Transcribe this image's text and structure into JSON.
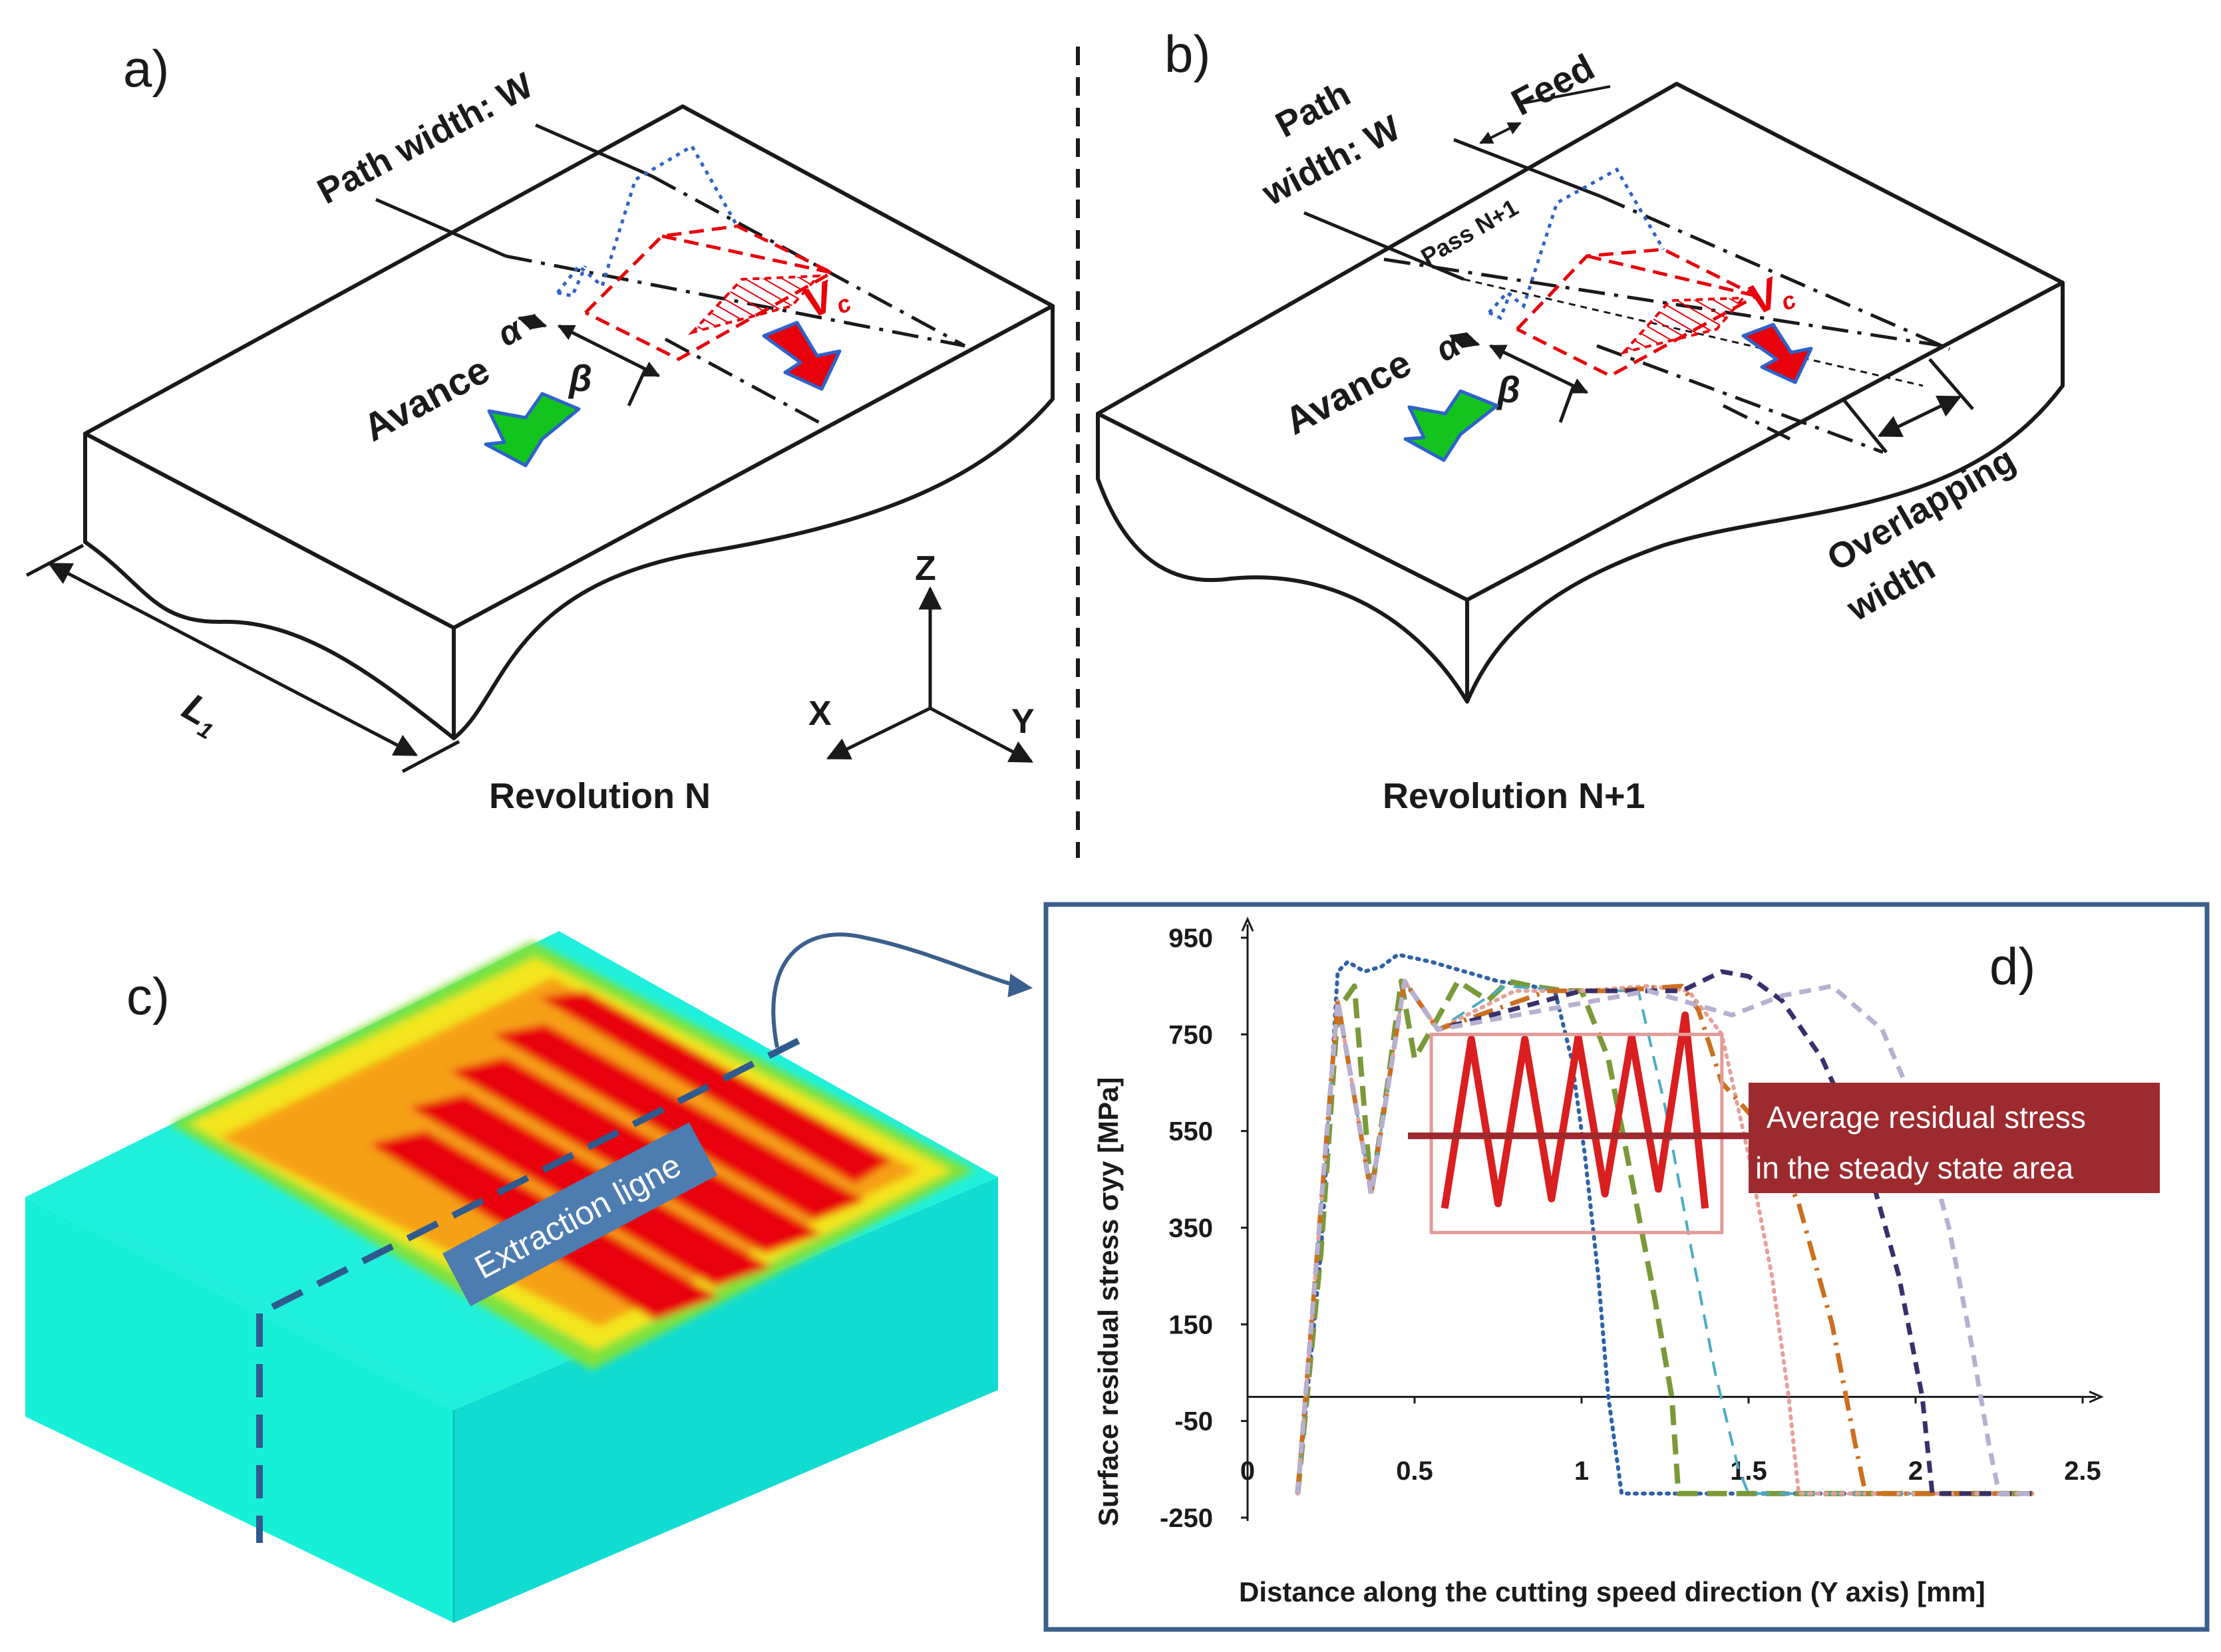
{
  "panel_a": {
    "letter": "a)",
    "path_width": "Path width: W",
    "alpha": "α",
    "beta": "β",
    "vc": "V",
    "vc_sub": "c",
    "avance": "Avance",
    "l1": "L",
    "l1_sub": "1",
    "caption": "Revolution N",
    "axis_z": "Z",
    "axis_x": "X",
    "axis_y": "Y"
  },
  "panel_b": {
    "letter": "b)",
    "path_line1": "Path",
    "path_line2": "width: W",
    "feed": "Feed",
    "pass": "Pass N+1",
    "alpha": "α",
    "beta": "β",
    "vc": "V",
    "vc_sub": "c",
    "avance": "Avance",
    "overlap_line1": "Overlapping",
    "overlap_line2": "width",
    "caption": "Revolution N+1"
  },
  "panel_c": {
    "letter": "c)",
    "extraction": "Extraction ligne"
  },
  "panel_d": {
    "letter": "d)",
    "annotation_line1": "Average residual stress",
    "annotation_line2": "in the steady state area"
  },
  "colors": {
    "workpiece_cyan": "#1ff0d8",
    "stress_red": "#e8000b",
    "stress_orange": "#f6a014",
    "stress_yellow": "#f3e61e",
    "stress_green": "#7fe23c",
    "annotation_box": "#9c2a2e",
    "frame_blue": "#3b5f8c",
    "extraction_blue": "#4d7cb0",
    "avance_green": "#4a6b1e"
  },
  "chart_data": {
    "type": "line",
    "title": "",
    "xlabel": "Distance along the cutting speed direction (Y axis) [mm]",
    "ylabel": "Surface residual stress σyy [MPa]",
    "xlim": [
      0,
      2.5
    ],
    "ylim": [
      -250,
      950
    ],
    "xticks": [
      "0",
      "0.5",
      "1",
      "1.5",
      "2",
      "2.5"
    ],
    "yticks": [
      "950",
      "750",
      "550",
      "350",
      "150",
      "-50",
      "-250"
    ],
    "grid": false,
    "series": [
      {
        "color": "#2e62a8",
        "dash": "dot",
        "points": [
          [
            0.15,
            -200
          ],
          [
            0.22,
            300
          ],
          [
            0.27,
            880
          ],
          [
            0.3,
            900
          ],
          [
            0.35,
            880
          ],
          [
            0.4,
            890
          ],
          [
            0.45,
            915
          ],
          [
            0.55,
            900
          ],
          [
            0.65,
            880
          ],
          [
            0.75,
            860
          ],
          [
            0.85,
            850
          ],
          [
            0.92,
            840
          ],
          [
            0.97,
            700
          ],
          [
            1.01,
            500
          ],
          [
            1.05,
            250
          ],
          [
            1.08,
            0
          ],
          [
            1.12,
            -200
          ],
          [
            2.35,
            -200
          ]
        ]
      },
      {
        "color": "#7a9a3a",
        "dash": "longdash",
        "points": [
          [
            0.15,
            -200
          ],
          [
            0.22,
            300
          ],
          [
            0.27,
            800
          ],
          [
            0.32,
            850
          ],
          [
            0.37,
            420
          ],
          [
            0.42,
            650
          ],
          [
            0.46,
            860
          ],
          [
            0.5,
            700
          ],
          [
            0.55,
            760
          ],
          [
            0.63,
            860
          ],
          [
            0.72,
            820
          ],
          [
            0.78,
            860
          ],
          [
            0.85,
            850
          ],
          [
            0.95,
            840
          ],
          [
            1.0,
            840
          ],
          [
            1.08,
            700
          ],
          [
            1.15,
            450
          ],
          [
            1.22,
            200
          ],
          [
            1.27,
            0
          ],
          [
            1.29,
            -200
          ],
          [
            2.35,
            -200
          ]
        ]
      },
      {
        "color": "#4bacc6",
        "dash": "ring",
        "points": [
          [
            0.15,
            -200
          ],
          [
            0.27,
            820
          ],
          [
            0.37,
            420
          ],
          [
            0.47,
            860
          ],
          [
            0.57,
            760
          ],
          [
            0.77,
            850
          ],
          [
            0.97,
            840
          ],
          [
            1.17,
            840
          ],
          [
            1.25,
            600
          ],
          [
            1.33,
            300
          ],
          [
            1.4,
            50
          ],
          [
            1.47,
            -150
          ],
          [
            1.5,
            -200
          ],
          [
            2.35,
            -200
          ]
        ]
      },
      {
        "color": "#e6a09a",
        "dash": "dot",
        "points": [
          [
            0.15,
            -200
          ],
          [
            0.27,
            820
          ],
          [
            0.37,
            420
          ],
          [
            0.47,
            860
          ],
          [
            0.57,
            760
          ],
          [
            0.8,
            840
          ],
          [
            1.0,
            840
          ],
          [
            1.2,
            850
          ],
          [
            1.32,
            840
          ],
          [
            1.42,
            750
          ],
          [
            1.5,
            500
          ],
          [
            1.57,
            250
          ],
          [
            1.62,
            0
          ],
          [
            1.65,
            -200
          ],
          [
            2.35,
            -200
          ]
        ]
      },
      {
        "color": "#cc6f1f",
        "dash": "dashdot",
        "points": [
          [
            0.15,
            -200
          ],
          [
            0.27,
            820
          ],
          [
            0.37,
            420
          ],
          [
            0.47,
            860
          ],
          [
            0.57,
            760
          ],
          [
            0.9,
            840
          ],
          [
            1.1,
            840
          ],
          [
            1.3,
            850
          ],
          [
            1.35,
            800
          ],
          [
            1.42,
            650
          ],
          [
            1.55,
            550
          ],
          [
            1.65,
            400
          ],
          [
            1.75,
            150
          ],
          [
            1.82,
            -100
          ],
          [
            1.85,
            -200
          ],
          [
            2.35,
            -200
          ]
        ]
      },
      {
        "color": "#3a2f6b",
        "dash": "dash",
        "points": [
          [
            0.15,
            -200
          ],
          [
            0.27,
            820
          ],
          [
            0.37,
            420
          ],
          [
            0.47,
            860
          ],
          [
            0.57,
            760
          ],
          [
            1.0,
            840
          ],
          [
            1.3,
            840
          ],
          [
            1.42,
            880
          ],
          [
            1.5,
            870
          ],
          [
            1.6,
            820
          ],
          [
            1.72,
            700
          ],
          [
            1.85,
            500
          ],
          [
            1.95,
            250
          ],
          [
            2.02,
            0
          ],
          [
            2.05,
            -200
          ],
          [
            2.35,
            -200
          ]
        ]
      },
      {
        "color": "#b8b0d0",
        "dash": "dash",
        "points": [
          [
            0.15,
            -200
          ],
          [
            0.27,
            820
          ],
          [
            0.37,
            420
          ],
          [
            0.47,
            860
          ],
          [
            0.57,
            760
          ],
          [
            1.2,
            840
          ],
          [
            1.45,
            790
          ],
          [
            1.6,
            830
          ],
          [
            1.75,
            850
          ],
          [
            1.9,
            760
          ],
          [
            2.0,
            600
          ],
          [
            2.1,
            350
          ],
          [
            2.17,
            100
          ],
          [
            2.22,
            -100
          ],
          [
            2.25,
            -200
          ],
          [
            2.35,
            -200
          ]
        ]
      },
      {
        "color": "#d91f1f",
        "dash": "solid",
        "points": [
          [
            0.59,
            390
          ],
          [
            0.67,
            740
          ],
          [
            0.75,
            400
          ],
          [
            0.83,
            740
          ],
          [
            0.91,
            410
          ],
          [
            0.99,
            745
          ],
          [
            1.07,
            420
          ],
          [
            1.15,
            745
          ],
          [
            1.23,
            430
          ],
          [
            1.31,
            790
          ],
          [
            1.37,
            390
          ]
        ]
      }
    ],
    "annotation": {
      "type": "box",
      "x": [
        0.55,
        1.42
      ],
      "y": [
        340,
        750
      ],
      "mean_line_y": 540
    }
  }
}
